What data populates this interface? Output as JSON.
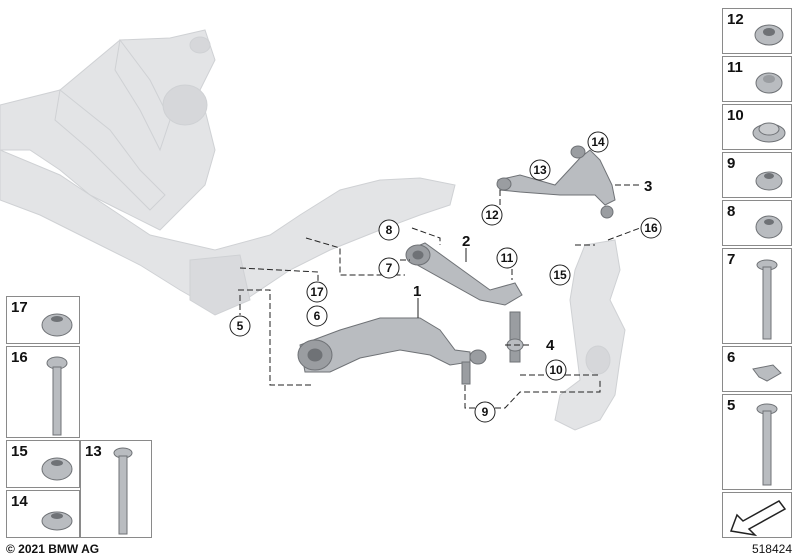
{
  "copyright": "© 2021 BMW AG",
  "diagram_ref": "518424",
  "callouts": {
    "c1": "1",
    "c2": "2",
    "c3": "3",
    "c4": "4",
    "c5": "5",
    "c6": "6",
    "c7": "7",
    "c8": "8",
    "c9": "9",
    "c10": "10",
    "c11": "11",
    "c12": "12",
    "c13": "13",
    "c14": "14",
    "c15": "15",
    "c16": "16",
    "c17": "17"
  },
  "right_panels": {
    "p12": "12",
    "p11": "11",
    "p10": "10",
    "p9": "9",
    "p8": "8",
    "p7": "7",
    "p6": "6",
    "p5": "5"
  },
  "left_panels": {
    "p17": "17",
    "p16": "16",
    "p15": "15",
    "p14": "14",
    "p13": "13"
  },
  "colors": {
    "part_gray": "#b9bcc0",
    "frame_light": "#e3e4e6",
    "outline": "#8a8a8a",
    "text": "#111111"
  }
}
